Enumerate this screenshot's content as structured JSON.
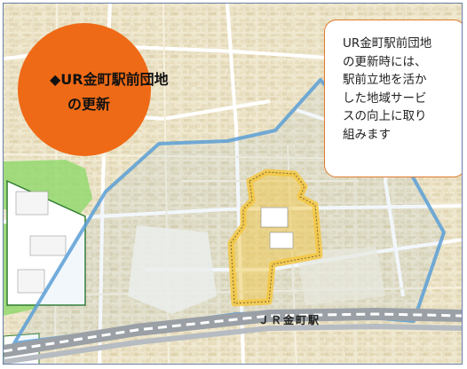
{
  "map": {
    "title_line1": "◆UR金町駅前団地",
    "title_line2": "の更新",
    "callout_lines": [
      "UR金町駅前団地",
      "の更新時には、",
      "駅前立地を活か",
      "した地域サービ",
      "スの向上に取り",
      "組みます"
    ],
    "station_label": "ＪＲ金町駅"
  },
  "colors": {
    "title_circle": "#ef6a16",
    "callout_border": "#e07a2c",
    "district_boundary": "#5a9fd6",
    "danchi_highlight": "#f5c53a",
    "railway": "#9aa0a6",
    "park": "#8fd86a"
  }
}
